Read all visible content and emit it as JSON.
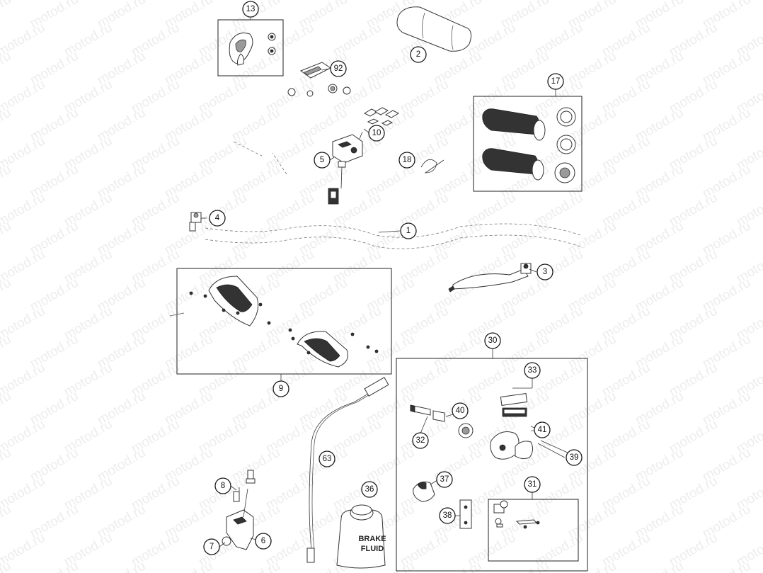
{
  "watermark": {
    "text": "motod.ru"
  },
  "callouts": [
    {
      "id": "13",
      "label": "13"
    },
    {
      "id": "2",
      "label": "2"
    },
    {
      "id": "92",
      "label": "92"
    },
    {
      "id": "17",
      "label": "17"
    },
    {
      "id": "10",
      "label": "10"
    },
    {
      "id": "5",
      "label": "5"
    },
    {
      "id": "18",
      "label": "18"
    },
    {
      "id": "4",
      "label": "4"
    },
    {
      "id": "1",
      "label": "1"
    },
    {
      "id": "3",
      "label": "3"
    },
    {
      "id": "9",
      "label": "9"
    },
    {
      "id": "30",
      "label": "30"
    },
    {
      "id": "33",
      "label": "33"
    },
    {
      "id": "40",
      "label": "40"
    },
    {
      "id": "41",
      "label": "41"
    },
    {
      "id": "32",
      "label": "32"
    },
    {
      "id": "39",
      "label": "39"
    },
    {
      "id": "63",
      "label": "63"
    },
    {
      "id": "8",
      "label": "8"
    },
    {
      "id": "36",
      "label": "36"
    },
    {
      "id": "37",
      "label": "37"
    },
    {
      "id": "31",
      "label": "31"
    },
    {
      "id": "38",
      "label": "38"
    },
    {
      "id": "6",
      "label": "6"
    },
    {
      "id": "7",
      "label": "7"
    }
  ],
  "bottle_label": {
    "line1": "BRAKE",
    "line2": "FLUID"
  }
}
